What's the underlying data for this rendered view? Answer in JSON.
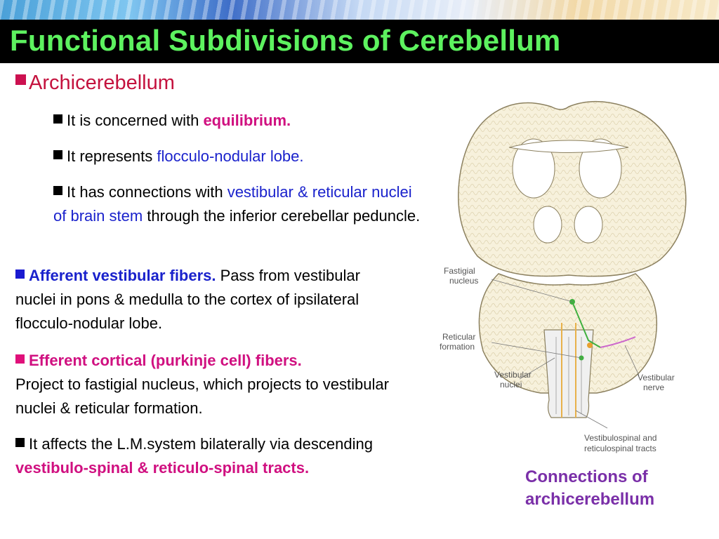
{
  "slide": {
    "title": "Functional Subdivisions of Cerebellum",
    "heading": "Archicerebellum",
    "points": {
      "p1_text": "It is concerned with ",
      "p1_em": "equilibrium.",
      "p2_text": "It represents ",
      "p2_em": "flocculo-nodular lobe.",
      "p3_text": "It has connections with ",
      "p3_em": "vestibular & reticular nuclei of  brain stem",
      "p3_tail": "  through the inferior cerebellar peduncle."
    },
    "afferent": {
      "label": "Afferent vestibular fibers.",
      "text": " Pass from vestibular nuclei in pons & medulla to the cortex of ipsilateral flocculo-nodular lobe."
    },
    "efferent": {
      "label": "Efferent cortical (purkinje cell) fibers.",
      "text": "Project to fastigial nucleus, which projects to vestibular nuclei & reticular formation."
    },
    "lm": {
      "text": "It affects the L.M.system  bilaterally  via descending ",
      "em": "vestibulo-spinal & reticulo-spinal tracts."
    }
  },
  "figure": {
    "labels": {
      "fastigial_1": "Fastigial",
      "fastigial_2": "nucleus",
      "reticular_1": "Reticular",
      "reticular_2": "formation",
      "vest_nuclei_1": "Vestibular",
      "vest_nuclei_2": "nuclei",
      "vest_nerve_1": "Vestibular",
      "vest_nerve_2": "nerve",
      "tracts_1": "Vestibulospinal and",
      "tracts_2": "reticulospinal tracts"
    },
    "caption_1": "Connections of",
    "caption_2": "archicerebellum"
  },
  "colors": {
    "title": "#5df25f",
    "accent_red": "#c4123e",
    "accent_magenta": "#d01080",
    "accent_blue": "#1a22cc",
    "caption": "#7a2fa8"
  }
}
